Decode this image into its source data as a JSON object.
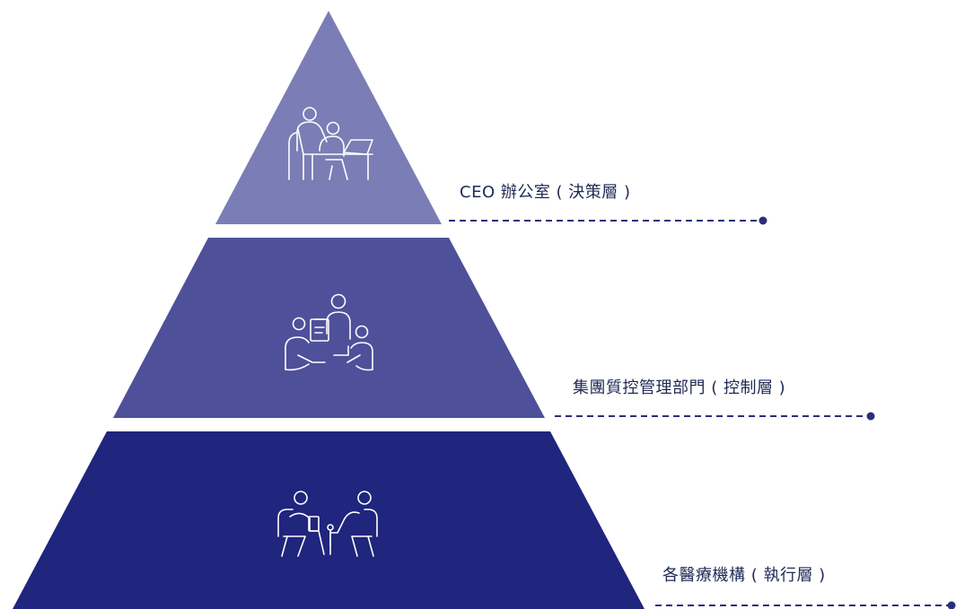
{
  "pyramid": {
    "tiers": [
      {
        "label": "CEO 辦公室 ( 決策層 )",
        "color": "#7b7db6",
        "icon": "meeting-at-desk-icon"
      },
      {
        "label": "集團質控管理部門 ( 控制層 )",
        "color": "#4f509a",
        "icon": "team-review-icon"
      },
      {
        "label": "各醫療機構 ( 執行層 )",
        "color": "#20257d",
        "icon": "consultation-icon"
      }
    ],
    "connector_color": "#2a2f7a"
  }
}
